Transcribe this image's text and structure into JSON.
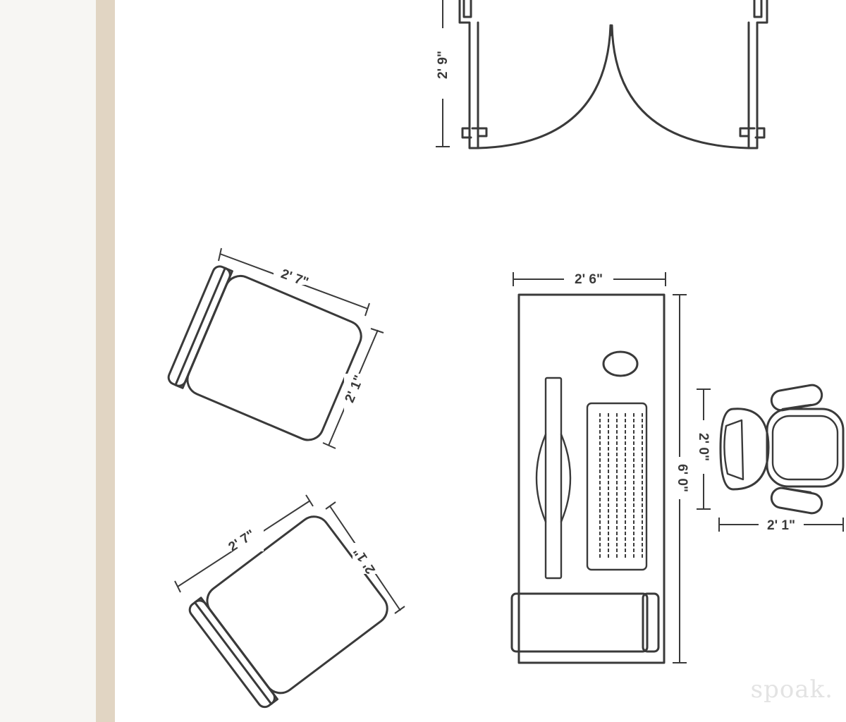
{
  "diagram": {
    "type": "floor plan",
    "dimensions": {
      "doorway_depth": "2' 9\"",
      "chair_top_width": "2' 7\"",
      "chair_top_depth": "2' 1\"",
      "chair_bottom_width": "2' 7\"",
      "chair_bottom_depth": "2' 1\"",
      "desk_width": "2' 6\"",
      "desk_length": "6' 0\"",
      "office_chair_depth": "2' 0\"",
      "office_chair_width": "2' 1\""
    }
  },
  "brand": "spoak.",
  "colors": {
    "line": "#3a3a3a",
    "left_panel": "#f7f6f3",
    "wall_strip": "#e1d5c3",
    "watermark": "#e3e3e3"
  }
}
